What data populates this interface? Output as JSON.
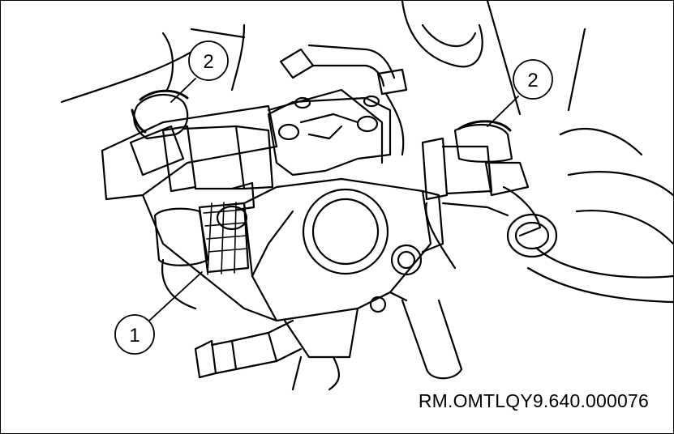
{
  "figure": {
    "reference_code": "RM.OMTLQY9.640.000076",
    "callouts": [
      {
        "label": "2",
        "target": "hose clamp on left fuel line fitting"
      },
      {
        "label": "2",
        "target": "hose clamp on right fuel line fitting"
      },
      {
        "label": "1",
        "target": "hose clamp on lower left fitting"
      }
    ]
  }
}
